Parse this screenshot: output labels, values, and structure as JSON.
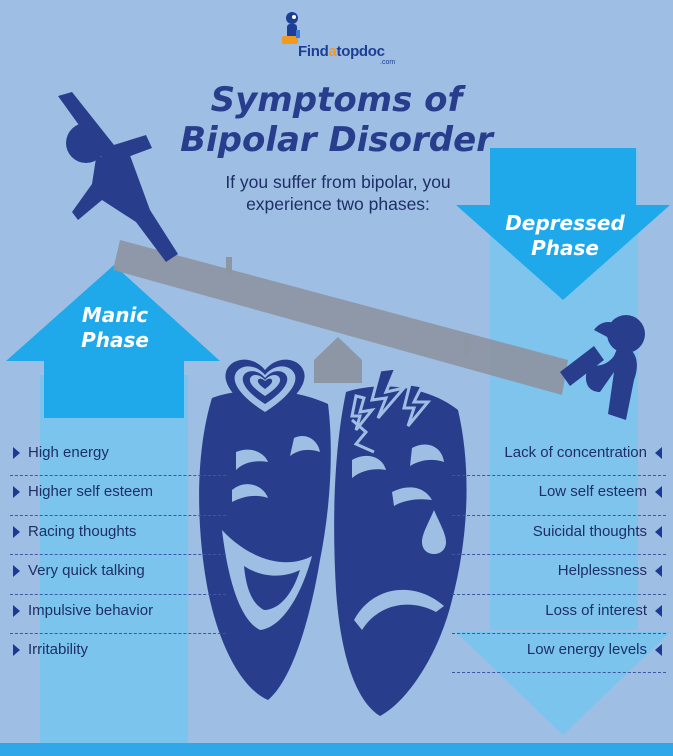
{
  "logo": {
    "brand_prefix": "Find",
    "brand_mid": "a",
    "brand_suffix": "topdoc",
    "domain": ".com"
  },
  "title": {
    "line1": "Symptoms of",
    "line2": "Bipolar Disorder"
  },
  "subtitle": {
    "line1": "If you suffer from bipolar, you",
    "line2": "experience two phases:"
  },
  "manic": {
    "label_line1": "Manic",
    "label_line2": "Phase",
    "symptoms": [
      "High energy",
      "Higher self esteem",
      "Racing thoughts",
      "Very quick talking",
      "Impulsive behavior",
      "Irritability"
    ]
  },
  "depressed": {
    "label_line1": "Depressed",
    "label_line2": "Phase",
    "symptoms": [
      "Lack of concentration",
      "Low self esteem",
      "Suicidal thoughts",
      "Helplessness",
      "Loss of interest",
      "Low energy levels"
    ]
  },
  "colors": {
    "background": "#9ebee4",
    "arrow_bright": "#20a9ea",
    "arrow_light": "#74c6f0",
    "navy": "#283e8d",
    "seesaw": "#8d96a4"
  },
  "icons": [
    "doctor-mascot-icon",
    "stretching-person-icon",
    "sad-sitting-person-icon",
    "heart-icon",
    "broken-lightning-icon",
    "tear-icon"
  ]
}
